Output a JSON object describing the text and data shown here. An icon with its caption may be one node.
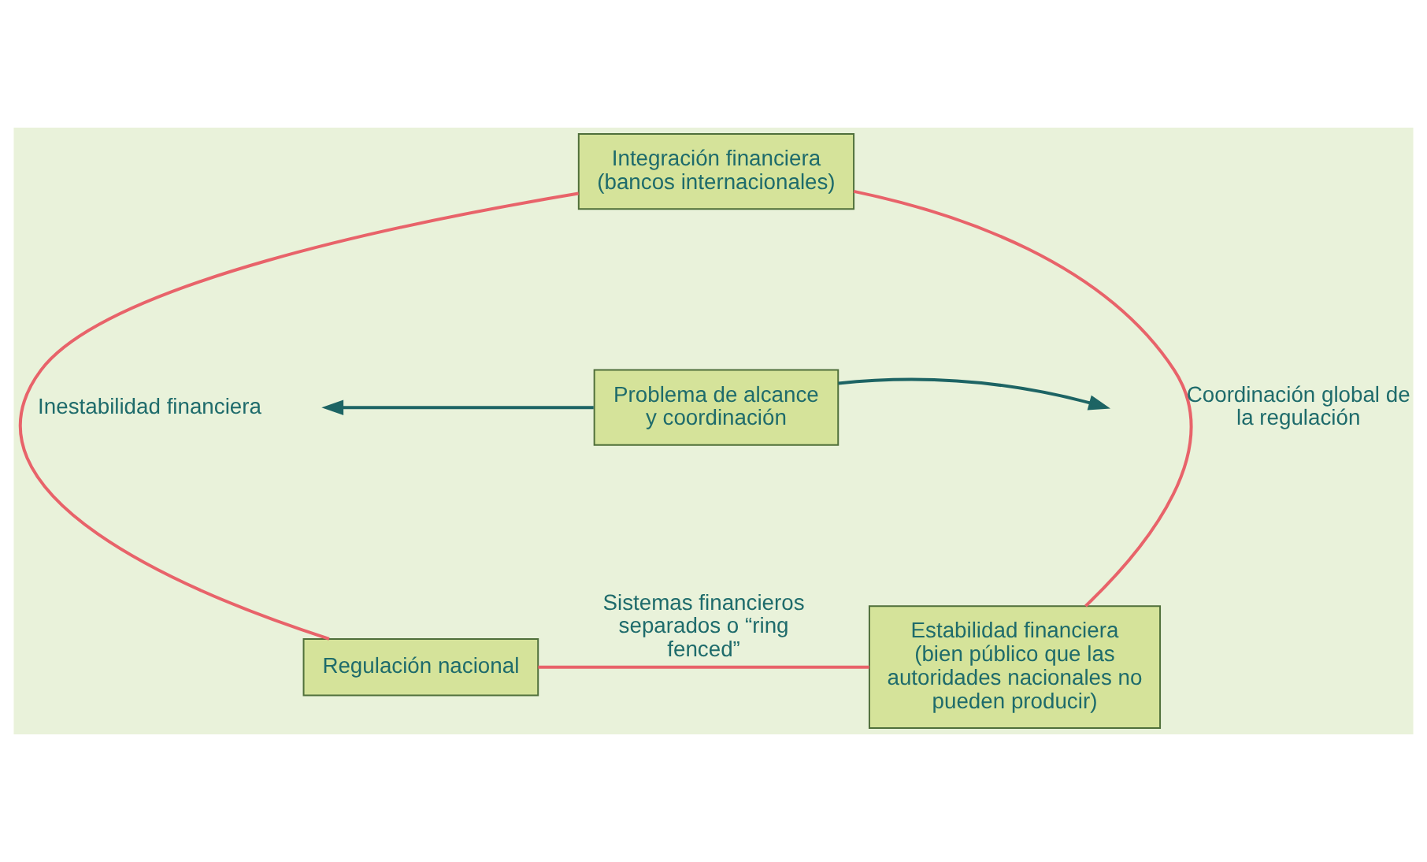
{
  "diagram": {
    "nodes": [
      {
        "text": [
          "Integración financiera (bancos internacionales)"
        ]
      },
      {
        "text": [
          "Regulación nacional"
        ]
      },
      {
        "text": [
          "Estabilidad financiera (bien público que las autoridades nacionales no pueden producir)"
        ]
      },
      {
        "text": [
          "Problema de alcance y coordinación"
        ]
      }
    ],
    "edges": [
      {
        "from": 0,
        "to": 1,
        "arrow": "none",
        "label": "Inestabilidad financiera"
      },
      {
        "from": 0,
        "to": 2,
        "arrow": "none",
        "label": "Coordinación global de la regulación"
      },
      {
        "from": 1,
        "to": 2,
        "arrow": "none",
        "label": "Sistemas financieros separados o “ring fenced”"
      },
      {
        "from": 3,
        "to": null,
        "arrow": "to",
        "color": "#1d6464"
      },
      {
        "from": 3,
        "to": null,
        "arrow": "to",
        "color": "#1d6464"
      }
    ]
  }
}
